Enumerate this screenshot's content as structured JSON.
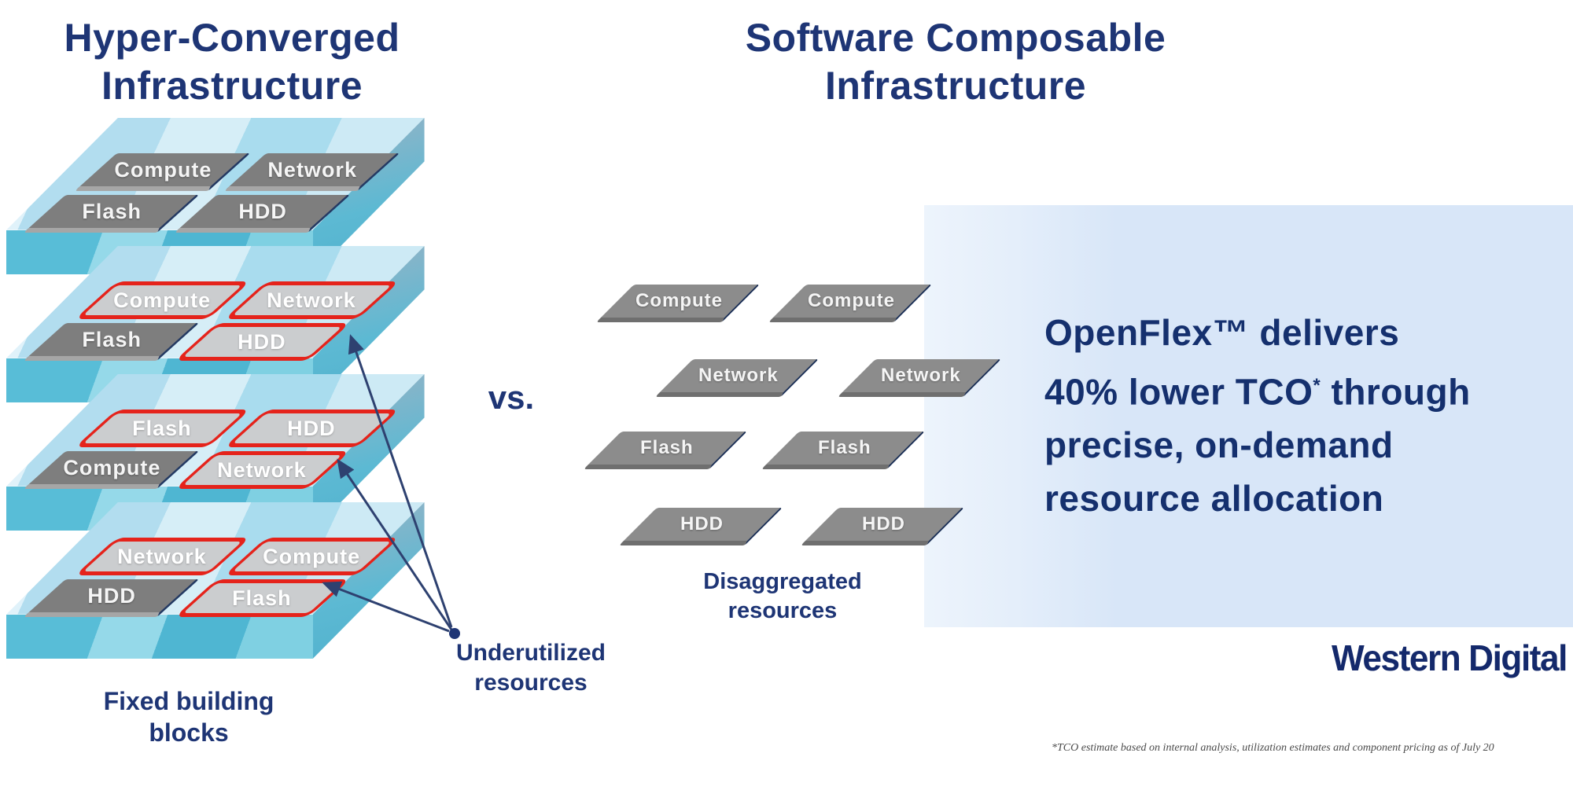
{
  "colors": {
    "navy": "#1e3575",
    "red": "#e5231b",
    "slab_top": "#bfe4f1",
    "slab_front": "#5fc0d9",
    "tile_dark": "#7e7e7e",
    "tile_light": "#cbcdcf",
    "tile_gray": "#8c8c8c",
    "panel_bg": "#d8e6f8"
  },
  "hci": {
    "title_line1": "Hyper-Converged",
    "title_line2": "Infrastructure",
    "caption_line1": "Fixed building",
    "caption_line2": "blocks",
    "layers": [
      {
        "row1": [
          {
            "label": "Compute",
            "under": false
          },
          {
            "label": "Network",
            "under": false
          }
        ],
        "row2": [
          {
            "label": "Flash",
            "under": false
          },
          {
            "label": "HDD",
            "under": false
          }
        ]
      },
      {
        "row1": [
          {
            "label": "Compute",
            "under": true
          },
          {
            "label": "Network",
            "under": true
          }
        ],
        "row2": [
          {
            "label": "Flash",
            "under": false
          },
          {
            "label": "HDD",
            "under": true
          }
        ]
      },
      {
        "row1": [
          {
            "label": "Flash",
            "under": true
          },
          {
            "label": "HDD",
            "under": true
          }
        ],
        "row2": [
          {
            "label": "Compute",
            "under": false
          },
          {
            "label": "Network",
            "under": true
          }
        ]
      },
      {
        "row1": [
          {
            "label": "Network",
            "under": true
          },
          {
            "label": "Compute",
            "under": true
          }
        ],
        "row2": [
          {
            "label": "HDD",
            "under": false
          },
          {
            "label": "Flash",
            "under": true
          }
        ]
      }
    ]
  },
  "vs_label": "vs.",
  "sci": {
    "title_line1": "Software Composable",
    "title_line2": "Infrastructure",
    "caption_line1": "Disaggregated",
    "caption_line2": "resources",
    "tiles": [
      {
        "label": "Compute"
      },
      {
        "label": "Compute"
      },
      {
        "label": "Network"
      },
      {
        "label": "Network"
      },
      {
        "label": "Flash"
      },
      {
        "label": "Flash"
      },
      {
        "label": "HDD"
      },
      {
        "label": "HDD"
      }
    ]
  },
  "annotation": {
    "line1": "Underutilized",
    "line2": "resources"
  },
  "panel": {
    "line1": "OpenFlex™ delivers",
    "line2_pre": "40% lower TCO",
    "line2_sup": "*",
    "line2_post": " through",
    "line3": "precise, on-demand",
    "line4": "resource allocation"
  },
  "brand": "Western Digital",
  "footnote": "*TCO estimate based on internal analysis, utilization estimates and component pricing as of July 20"
}
